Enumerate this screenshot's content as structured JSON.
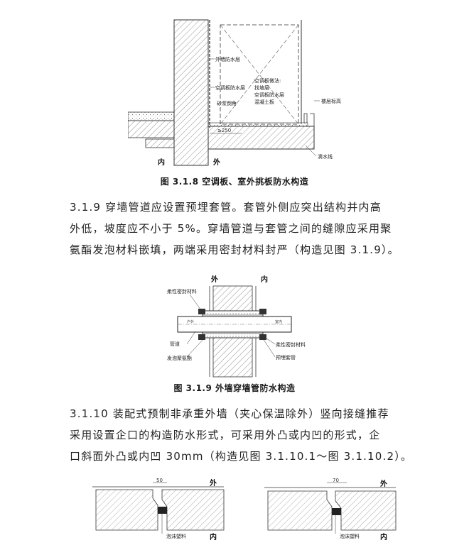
{
  "fig318": {
    "caption": "图 3.1.8 空调板、室外挑板防水构造",
    "labels": {
      "wall_waterproof": "外墙防水层",
      "ac_waterproof": "空调板防水层",
      "ac_method": "空调板做法:",
      "slope_layer": "找坡层",
      "ac_wp_layer": "空调板防水层",
      "concrete": "混凝土板",
      "mortar_chamfer": "砂浆倒角",
      "elevation": "楼层标高",
      "drip": "滴水线",
      "dim": "≥250",
      "inside": "内",
      "outside": "外"
    }
  },
  "sec319": {
    "lines": [
      "3.1.9 穿墙管道应设置预埋套管。套管外侧应突出结构并内高",
      "外低，坡度应不小于 5%。穿墙管道与套管之间的缝隙应采用聚",
      "氨酯发泡材料嵌填，两端采用密封材料封严（构造见图 3.1.9）。"
    ]
  },
  "fig319": {
    "caption": "图 3.1.9 外墙穿墙管防水构造",
    "labels": {
      "outside": "外",
      "inside": "内",
      "seal_top": "柔性密封材料",
      "pipe": "管道",
      "foam": "发泡聚氨酯",
      "seal_bottom": "柔性密封材料",
      "sleeve": "预埋套管",
      "out_side_tag": "户外",
      "in_side_tag": "室内"
    }
  },
  "sec3110": {
    "lines": [
      "3.1.10 装配式预制非承重外墙（夹心保温除外）竖向接缝推荐",
      "采用设置企口的构造防水形式，可采用外凸或内凹的形式，企",
      "口斜面外凸或内凹 30mm（构造见图 3.1.10.1～图 3.1.10.2）。"
    ]
  },
  "fig3110": {
    "left": {
      "dim": "50",
      "outside": "外",
      "inside": "内",
      "foam": "泡沫塑料"
    },
    "right": {
      "dim": "70",
      "outside": "外",
      "inside": "内",
      "foam": "泡沫塑料"
    }
  }
}
